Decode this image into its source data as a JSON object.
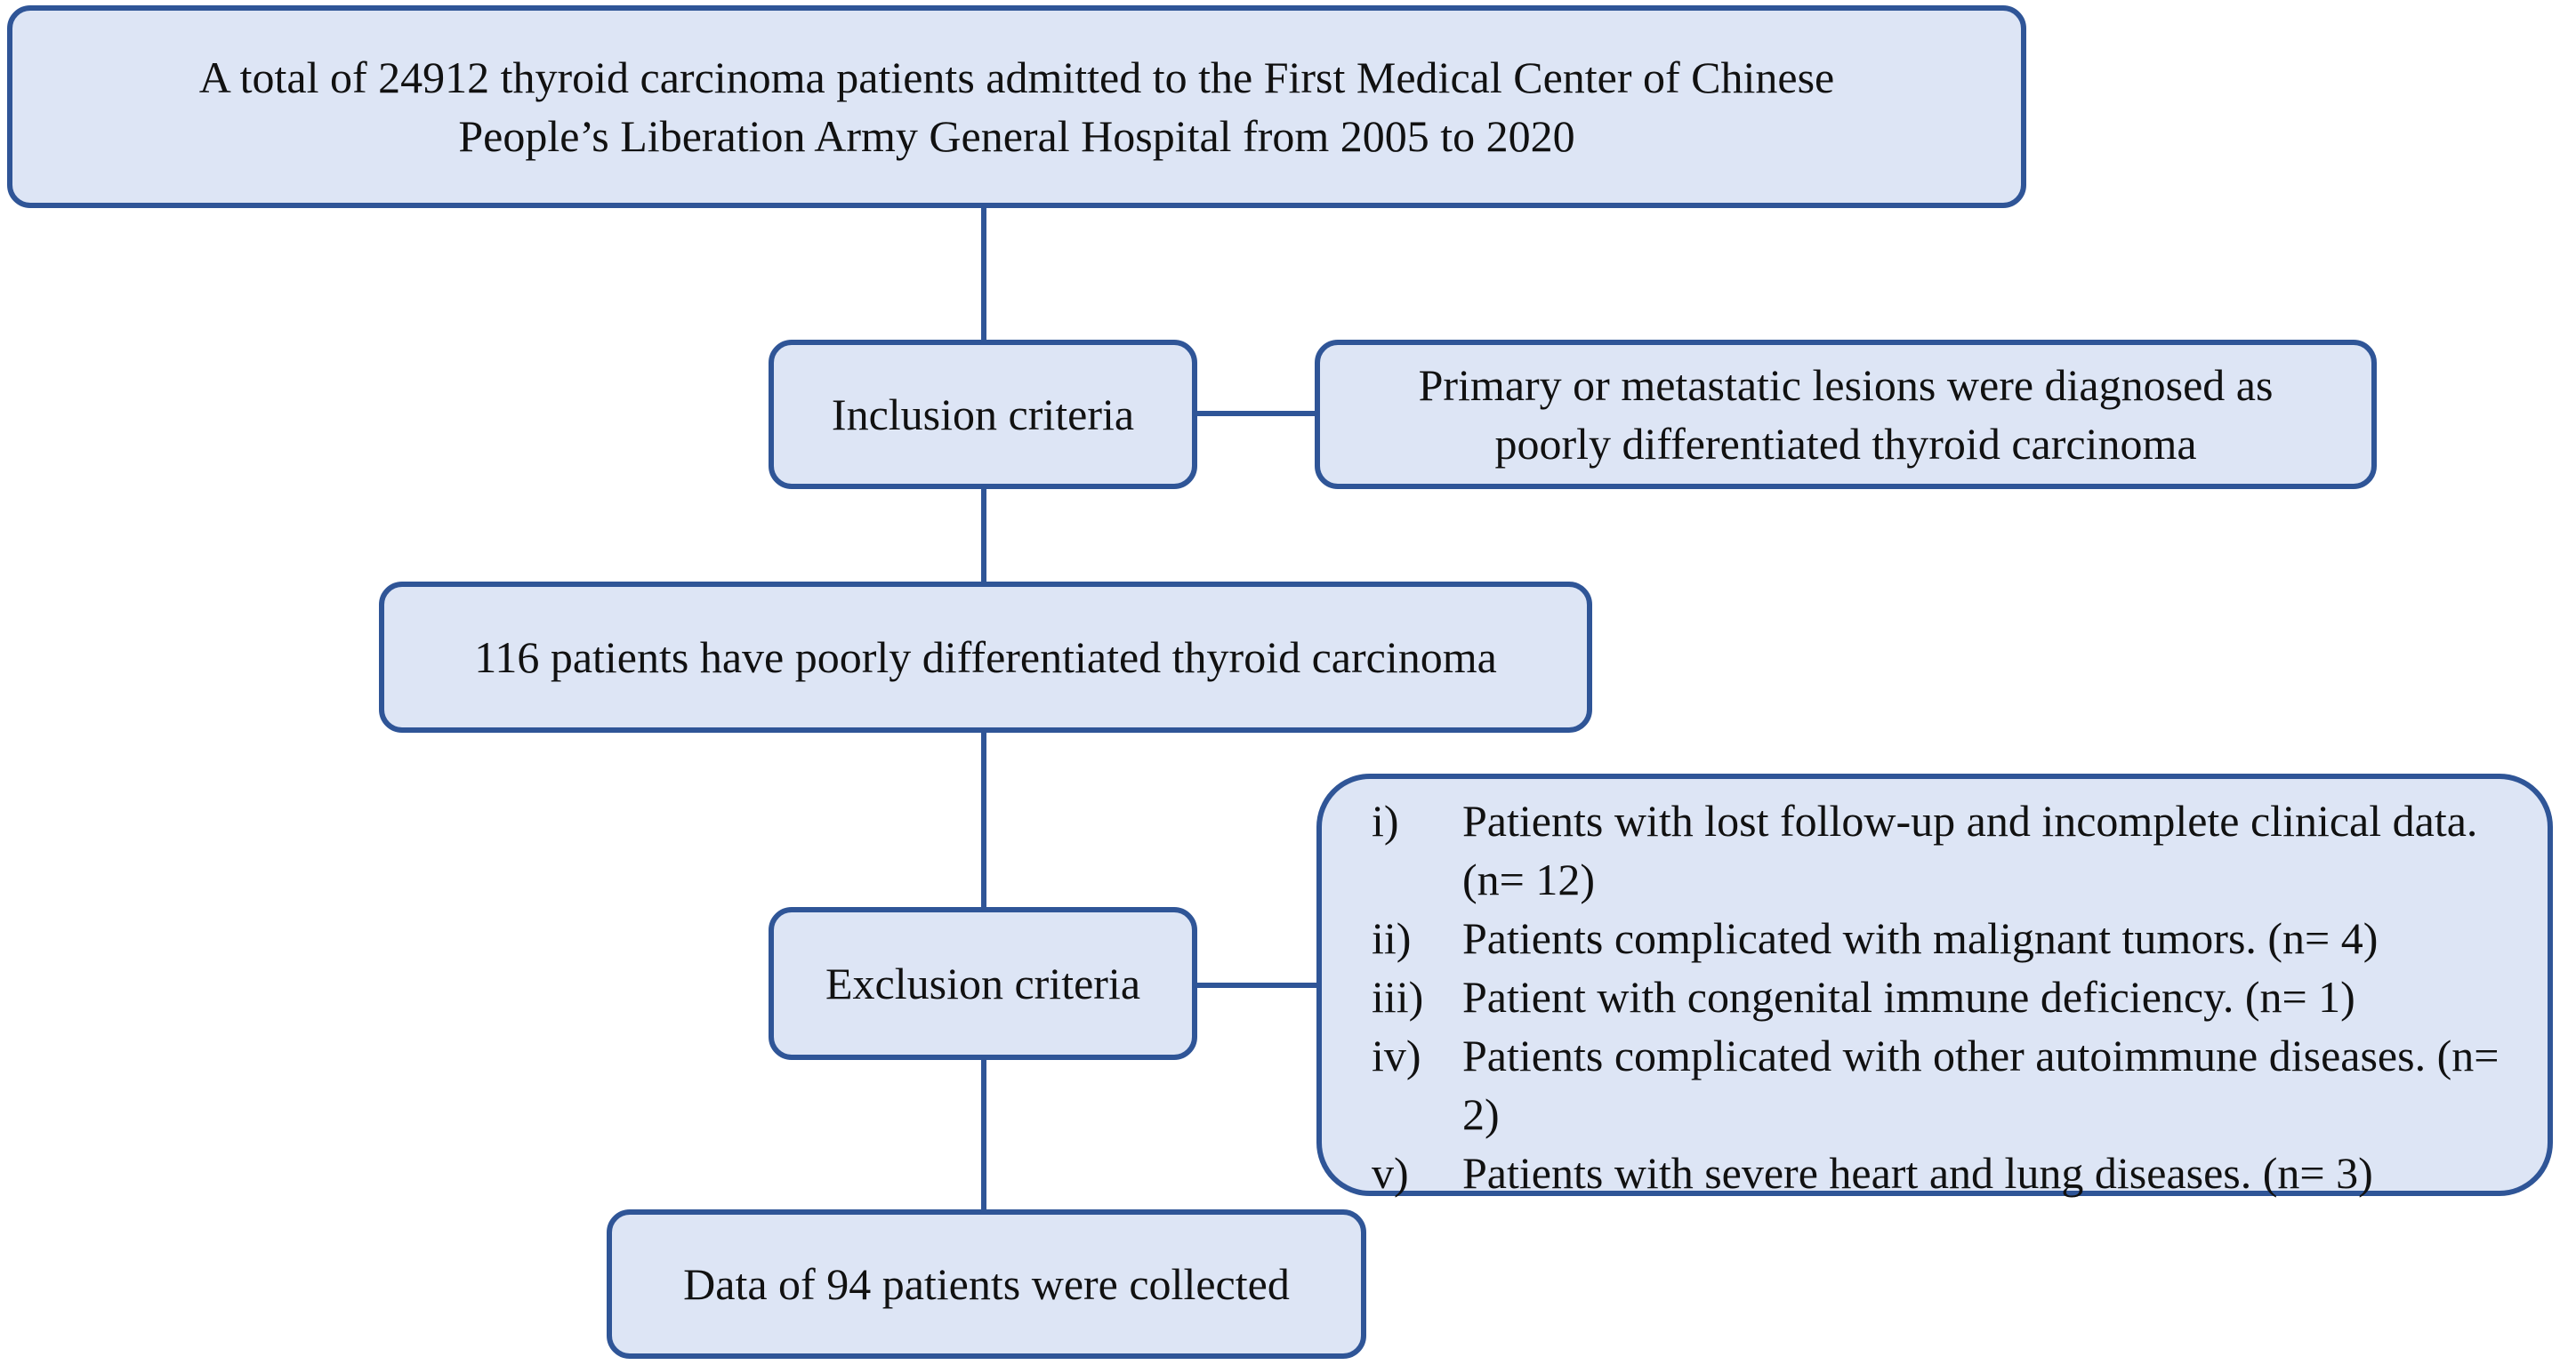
{
  "diagram": {
    "top_box": {
      "line1": "A total of 24912 thyroid carcinoma patients admitted to the First Medical Center of Chinese",
      "line2": "People’s Liberation Army General Hospital from 2005 to 2020"
    },
    "inclusion": {
      "label": "Inclusion criteria",
      "criteria_line1": "Primary or metastatic lesions were diagnosed as",
      "criteria_line2": "poorly differentiated thyroid carcinoma"
    },
    "pdtc_box": {
      "text": "116 patients have poorly differentiated thyroid carcinoma"
    },
    "exclusion": {
      "label": "Exclusion criteria",
      "items": [
        {
          "num": "i)",
          "text": "Patients with  lost follow-up and incomplete clinical data. (n= 12)"
        },
        {
          "num": "ii)",
          "text": "Patients complicated with malignant tumors. (n= 4)"
        },
        {
          "num": "iii)",
          "text": "Patient with congenital immune deficiency. (n= 1)"
        },
        {
          "num": "iv)",
          "text": "Patients complicated with other autoimmune diseases. (n= 2)"
        },
        {
          "num": "v)",
          "text": "Patients with severe heart and lung diseases. (n= 3)"
        }
      ]
    },
    "final_box": {
      "text": "Data of 94 patients were collected"
    }
  }
}
